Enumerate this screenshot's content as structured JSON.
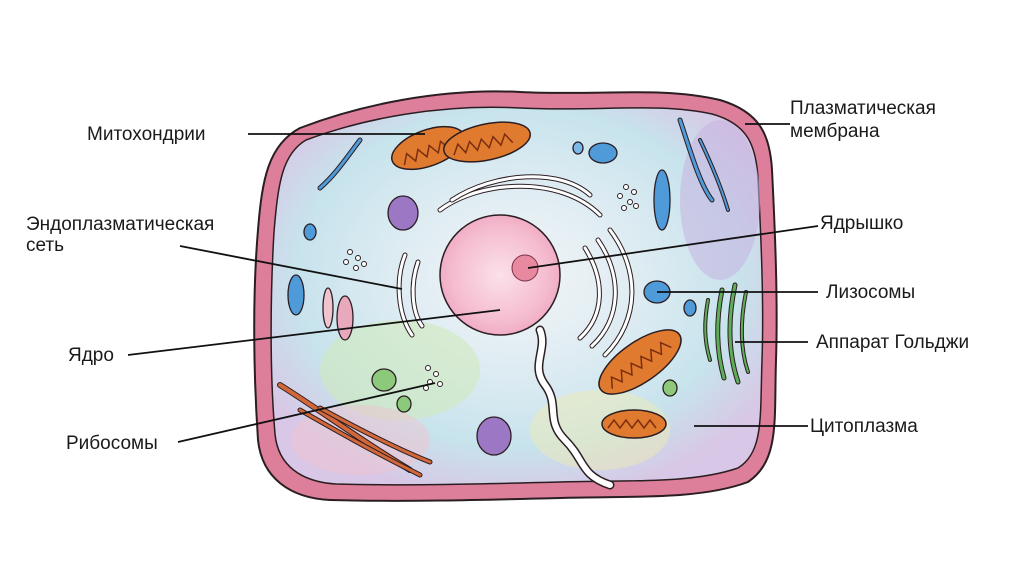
{
  "labels": {
    "mitochondria": "Митохондрии",
    "er_line1": "Эндоплазматическая",
    "er_line2": "сеть",
    "nucleus": "Ядро",
    "ribosomes": "Рибосомы",
    "plasma_membrane_line1": "Плазматическая",
    "plasma_membrane_line2": "мембрана",
    "nucleolus": "Ядрышко",
    "lysosomes": "Лизосомы",
    "golgi": "Аппарат Гольджи",
    "cytoplasm": "Цитоплазма"
  },
  "colors": {
    "membrane": "#d9728f",
    "membrane_outline": "#2b1e22",
    "nucleus": "#f4b7cc",
    "nucleolus": "#e9899f",
    "mitochondria": "#e07a2e",
    "mitochondria_inner": "#a9431a",
    "er_rough": "#d2683a",
    "lysosome": "#4f9ad8",
    "vesicle_purple": "#9c77c4",
    "golgi": "#5eae58",
    "leader_line": "#111111"
  }
}
